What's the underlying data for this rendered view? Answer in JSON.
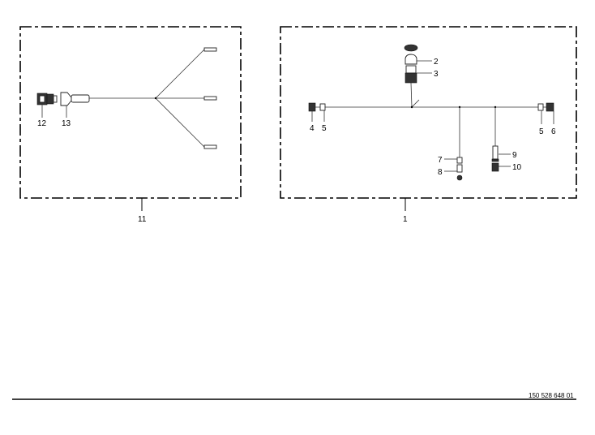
{
  "assemblies": [
    {
      "item": "11",
      "parts": [
        "12",
        "13"
      ]
    },
    {
      "item": "1",
      "parts": [
        "2",
        "3",
        "4",
        "5",
        "5",
        "6",
        "7",
        "8",
        "9",
        "10"
      ]
    }
  ],
  "labels": {
    "l11": "11",
    "l12": "12",
    "l13": "13",
    "l1": "1",
    "l2": "2",
    "l3": "3",
    "l4": "4",
    "l5a": "5",
    "l5b": "5",
    "l6": "6",
    "l7": "7",
    "l8": "8",
    "l9": "9",
    "l10": "10"
  },
  "footer": {
    "document_number": "150 528 648 01"
  }
}
